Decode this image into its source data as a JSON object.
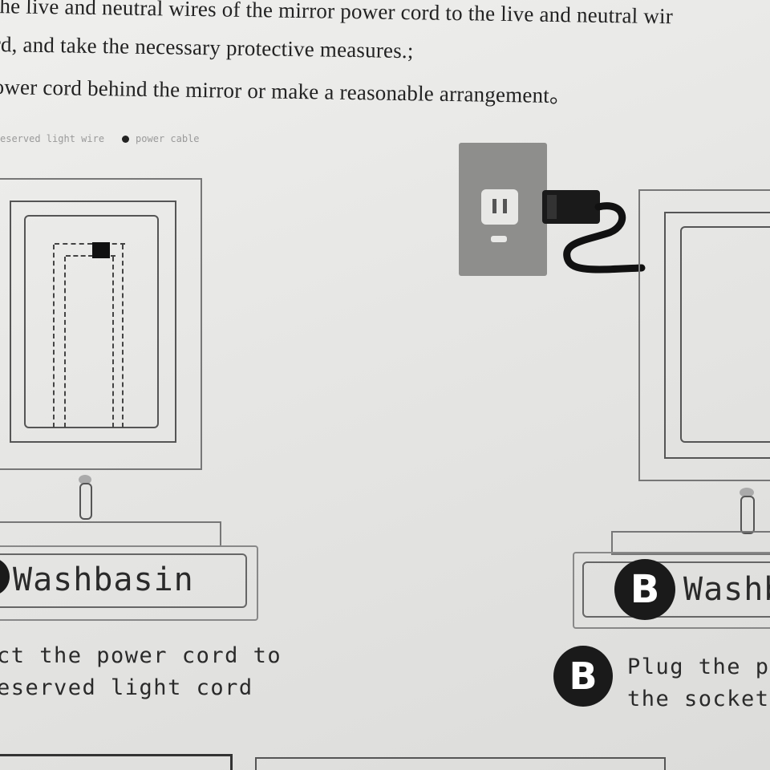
{
  "instructions": {
    "line1": "the live and neutral wires of the mirror power cord to the live and neutral wir",
    "line2": "rd, and take the necessary protective measures.;",
    "line3": "ower cord behind the mirror or make a reasonable arrangement。"
  },
  "legend": {
    "left_label": "eserved light wire",
    "right_label": "power cable"
  },
  "panel_a": {
    "label": "Washbasin",
    "caption_line1": "ct the power cord to",
    "caption_line2": "eserved light cord"
  },
  "panel_b": {
    "badge_letter": "B",
    "label": "Washb",
    "caption_badge_letter": "B",
    "caption_line1": "Plug the p",
    "caption_line2": "the socket"
  }
}
